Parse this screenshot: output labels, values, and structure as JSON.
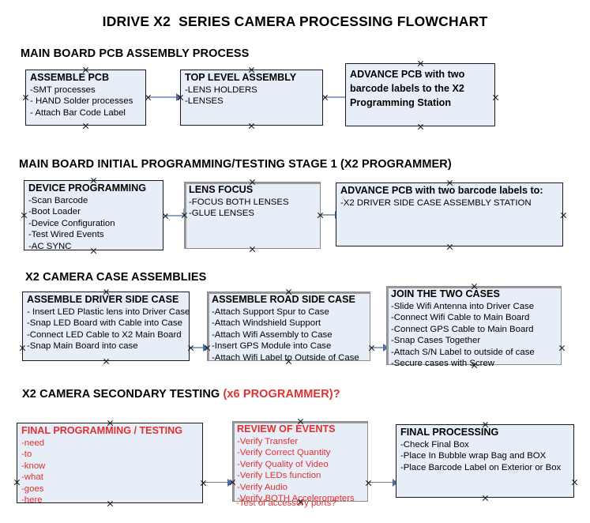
{
  "document": {
    "title": "IDRIVE X2  SERIES CAMERA PROCESSING FLOWCHART"
  },
  "colors": {
    "box_fill": "#e8eef7",
    "box_border": "#1a1a1a",
    "connector": "#8ba6c4",
    "accent_red": "#e03131",
    "text": "#000000"
  },
  "sections": [
    {
      "id": "main-board-pcb-assembly-process",
      "heading": "MAIN BOARD PCB ASSEMBLY PROCESS",
      "heading_accent": ""
    },
    {
      "id": "main-board-initial-programming",
      "heading": "MAIN BOARD INITIAL PROGRAMMING/TESTING STAGE 1 (X2 PROGRAMMER)",
      "heading_accent": ""
    },
    {
      "id": "x2-camera-case-assemblies",
      "heading": "X2 CAMERA CASE ASSEMBLIES",
      "heading_accent": ""
    },
    {
      "id": "x2-camera-secondary-testing",
      "heading": "X2 CAMERA SECONDARY TESTING ",
      "heading_accent": "(x6 PROGRAMMER)?"
    }
  ],
  "boxes": [
    {
      "id": "assemble-pcb",
      "title": "ASSEMBLE PCB",
      "lines": [
        "-SMT processes",
        "- HAND Solder processes",
        "- Attach Bar Code Label"
      ]
    },
    {
      "id": "top-level-assembly",
      "title": "TOP LEVEL ASSEMBLY",
      "lines": [
        "-LENS HOLDERS",
        "-LENSES"
      ]
    },
    {
      "id": "advance-pcb-to-x2-programming-station",
      "title": "ADVANCE PCB with two barcode labels to the  X2 Programming Station",
      "lines": []
    },
    {
      "id": "device-programming",
      "title": "DEVICE PROGRAMMING",
      "lines": [
        "-Scan Barcode",
        "-Boot Loader",
        "-Device Configuration",
        "-Test Wired Events",
        "-AC SYNC"
      ]
    },
    {
      "id": "lens-focus",
      "title": "LENS FOCUS",
      "lines": [
        "-FOCUS BOTH LENSES",
        "-GLUE LENSES"
      ]
    },
    {
      "id": "advance-pcb-to-driver-side-case",
      "title": "ADVANCE PCB with two barcode labels to:",
      "lines": [
        "-X2 DRIVER  SIDE  CASE  ASSEMBLY STATION"
      ]
    },
    {
      "id": "assemble-driver-side-case",
      "title": "ASSEMBLE DRIVER SIDE CASE",
      "lines": [
        "- Insert LED Plastic lens into Driver Case",
        "-Snap LED Board with Cable into Case",
        "-Connect LED Cable to X2 Main Board",
        "-Snap Main Board into case"
      ]
    },
    {
      "id": "assemble-road-side-case",
      "title": "ASSEMBLE ROAD SIDE CASE",
      "lines": [
        "-Attach Support Spur to Case",
        "-Attach Windshield Support",
        "-Attach Wifi Assembly to Case",
        "-Insert GPS Module into Case",
        "-Attach Wifi Label to Outside of Case"
      ]
    },
    {
      "id": "join-the-two-cases",
      "title": "JOIN THE TWO CASES",
      "lines": [
        "-Slide Wifi Antenna into Driver Case",
        "-Connect Wifi Cable to Main Board",
        "-Connect GPS Cable to Main Board",
        "-Snap Cases Together",
        "-Attach S/N Label to outside of case",
        "-Secure cases with Screw"
      ]
    },
    {
      "id": "final-programming-testing",
      "title": "FINAL PROGRAMMING / TESTING",
      "lines": [
        "-need",
        "-to",
        "-know",
        "-what",
        "-goes",
        "-here"
      ]
    },
    {
      "id": "review-of-events",
      "title": "REVIEW OF EVENTS",
      "lines": [
        "-Verify Transfer",
        "-Verify Correct Quantity",
        "-Verify Quality of Video",
        "-Verify LEDs function",
        "-Verify Audio",
        "-Verify BOTH Accelerometers"
      ],
      "overflow_line": "-Test of accessory ports?"
    },
    {
      "id": "final-processing",
      "title": "FINAL PROCESSING",
      "lines": [
        "-Check Final Box",
        "-Place In Bubble wrap Bag and BOX",
        "-Place Barcode Label on Exterior or Box"
      ]
    }
  ]
}
